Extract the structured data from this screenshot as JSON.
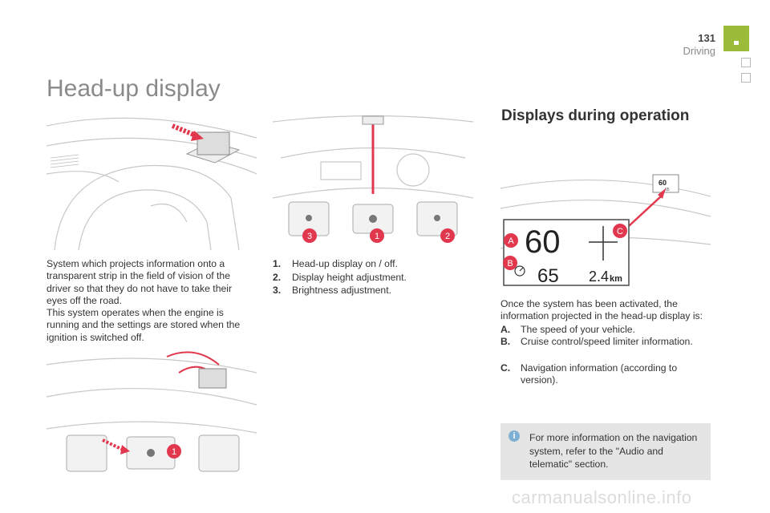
{
  "header": {
    "page_number": "131",
    "section": "Driving"
  },
  "title": "Head-up display",
  "intro_text": [
    "System which projects information onto a transparent strip in the field of vision of the driver so that they do not have to take their eyes off the road.",
    "This system operates when the engine is running and the settings are stored when the ignition is switched off."
  ],
  "controls": [
    {
      "num": "1.",
      "text": "Head-up display on / off."
    },
    {
      "num": "2.",
      "text": "Display height adjustment."
    },
    {
      "num": "3.",
      "text": "Brightness adjustment."
    }
  ],
  "display_section": {
    "heading": "Displays during operation",
    "intro": "Once the system has been activated, the information projected in the head-up display is:",
    "items": [
      {
        "letter": "A.",
        "text": "The speed of your vehicle."
      },
      {
        "letter": "B.",
        "text": "Cruise control/speed limiter information."
      },
      {
        "letter": "C.",
        "text": "Navigation information (according to version)."
      }
    ]
  },
  "hud": {
    "speed": "60",
    "set_speed": "65",
    "distance": "2.4",
    "distance_unit": "km",
    "mini_speed": "60",
    "mini_set": "65"
  },
  "callouts": {
    "a": "A",
    "b": "B",
    "c": "C",
    "n1": "1",
    "n2": "2",
    "n3": "3"
  },
  "info_note": "For more information on the navigation system, refer to the \"Audio and telematic\" section.",
  "footer": "carmanualsonline.info",
  "colors": {
    "accent_green": "#9bbb3a",
    "callout_red": "#e2384e",
    "info_blue": "#7fb0d4"
  }
}
